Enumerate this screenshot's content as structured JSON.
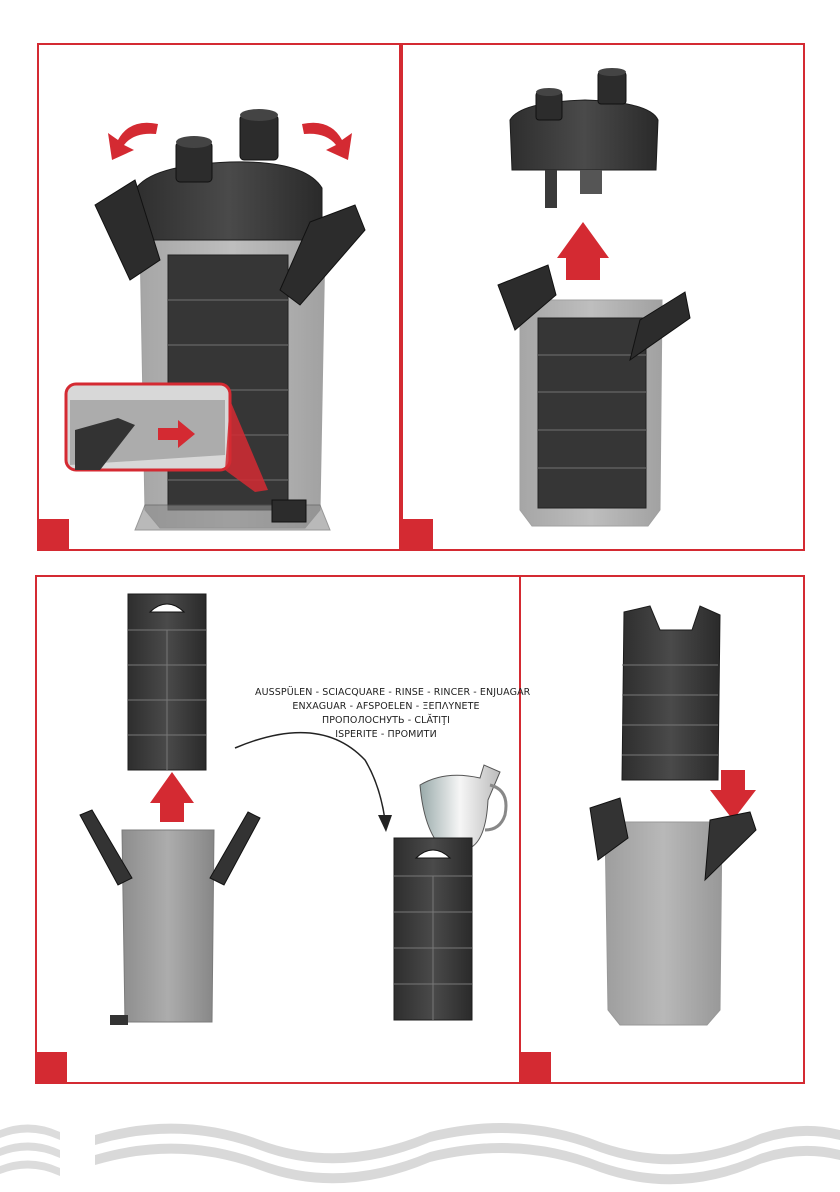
{
  "panels": [
    {
      "id": "step-1",
      "badge": ""
    },
    {
      "id": "step-2",
      "badge": ""
    },
    {
      "id": "step-3",
      "badge": ""
    },
    {
      "id": "step-4",
      "badge": ""
    }
  ],
  "rinse_label": {
    "line1": "AUSSPÜLEN - SCIACQUARE - RINSE - RINCER - ENJUAGAR",
    "line2": "ENXAGUAR - AFSPOELEN - ΞΕΠΛΥΝΕΤΕ",
    "line3": "ПРОПОЛОСНУТЬ - CLĂTIŢI",
    "line4": "ISPERITE - ПРОМИТИ"
  },
  "colors": {
    "accent": "#d42a32",
    "frame": "#d42a32",
    "body_dark": "#3c3c3c",
    "body_transparent": "#6a6a6a"
  },
  "icons": [
    "rotate-left-arrow-icon",
    "rotate-right-arrow-icon",
    "arrow-up-icon",
    "arrow-down-icon",
    "curved-arrow-icon",
    "water-jug-icon"
  ]
}
